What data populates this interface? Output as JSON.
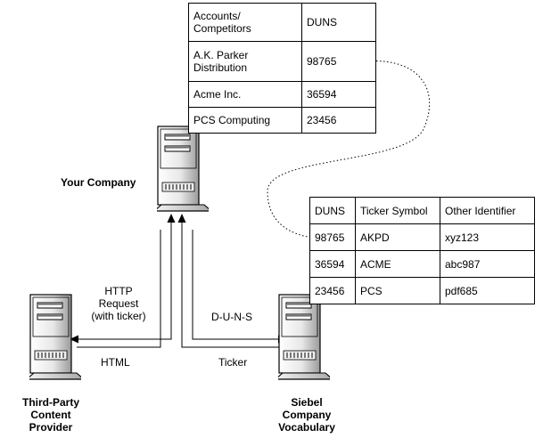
{
  "accounts_table": {
    "headers": [
      "Accounts/\nCompetitors",
      "DUNS"
    ],
    "rows": [
      [
        "A.K. Parker\nDistribution",
        "98765"
      ],
      [
        "Acme Inc.",
        "36594"
      ],
      [
        "PCS Computing",
        "23456"
      ]
    ]
  },
  "vocab_table": {
    "headers": [
      "DUNS",
      "Ticker Symbol",
      "Other Identifier"
    ],
    "rows": [
      [
        "98765",
        "AKPD",
        "xyz123"
      ],
      [
        "36594",
        "ACME",
        "abc987"
      ],
      [
        "23456",
        "PCS",
        "pdf685"
      ]
    ]
  },
  "servers": {
    "your_company": "Your Company",
    "third_party": "Third-Party\nContent\nProvider",
    "siebel": "Siebel\nCompany\nVocabulary"
  },
  "arrows": {
    "http_request": "HTTP\nRequest\n(with ticker)",
    "html": "HTML",
    "duns": "D-U-N-S",
    "ticker": "Ticker"
  }
}
